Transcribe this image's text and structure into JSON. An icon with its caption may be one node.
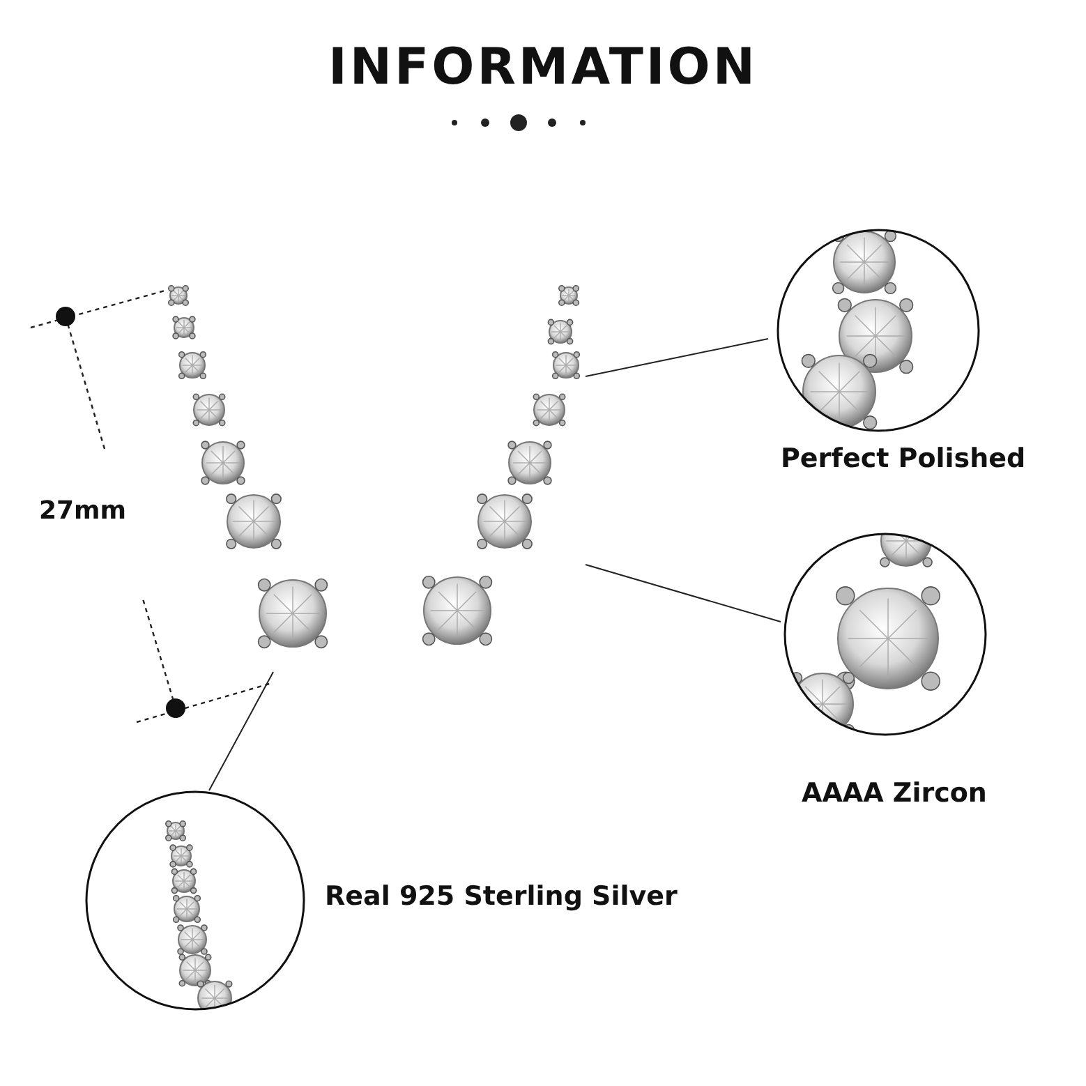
{
  "diagram": {
    "title": "INFORMATION",
    "nodes": [
      {
        "text": [],
        "shape": "picture"
      },
      {
        "text": [],
        "shape": "picture"
      },
      {
        "text": [
          "Perfect Polished"
        ]
      },
      {
        "text": [
          "AAAA Zircon"
        ]
      },
      {
        "text": [
          "Real 925 Sterling Silver"
        ]
      }
    ],
    "edges": [
      {
        "from": 1,
        "to": 2,
        "arrow": "none"
      },
      {
        "from": 1,
        "to": 3,
        "arrow": "none"
      },
      {
        "from": 0,
        "to": 4,
        "arrow": "none"
      }
    ],
    "labels": [
      "27mm"
    ]
  }
}
